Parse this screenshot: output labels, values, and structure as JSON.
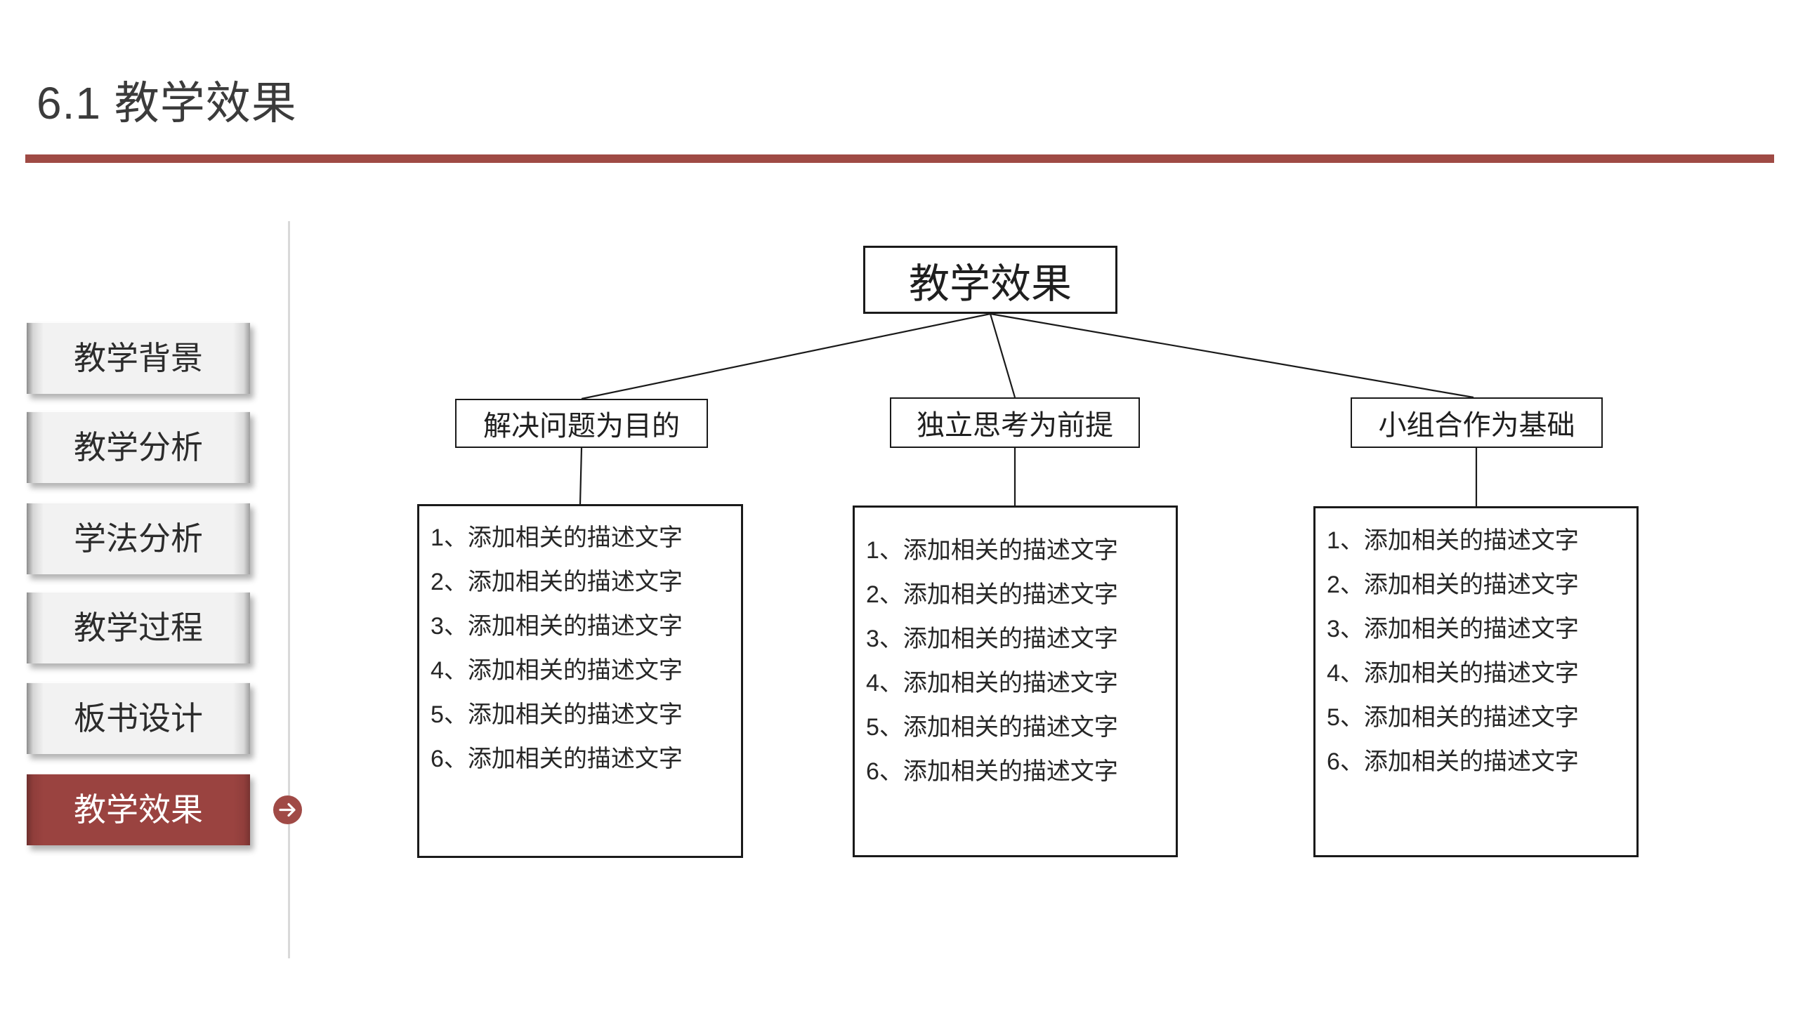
{
  "header": {
    "title": "6.1 教学效果"
  },
  "colors": {
    "accent_rule": "#9F4A44",
    "active_button": "#9A4340",
    "arrow_badge": "#A04A46",
    "divider": "#D9D9D9",
    "box_border": "#1A1A1A"
  },
  "sidebar": {
    "items": [
      {
        "label": "教学背景",
        "active": false
      },
      {
        "label": "教学分析",
        "active": false
      },
      {
        "label": "学法分析",
        "active": false
      },
      {
        "label": "教学过程",
        "active": false
      },
      {
        "label": "板书设计",
        "active": false
      },
      {
        "label": "教学效果",
        "active": true
      }
    ]
  },
  "diagram": {
    "root": "教学效果",
    "branches": [
      {
        "title": "解决问题为目的",
        "items": [
          "1、添加相关的描述文字",
          "2、添加相关的描述文字",
          "3、添加相关的描述文字",
          "4、添加相关的描述文字",
          "5、添加相关的描述文字",
          "6、添加相关的描述文字"
        ]
      },
      {
        "title": "独立思考为前提",
        "items": [
          "1、添加相关的描述文字",
          "2、添加相关的描述文字",
          "3、添加相关的描述文字",
          "4、添加相关的描述文字",
          "5、添加相关的描述文字",
          "6、添加相关的描述文字"
        ]
      },
      {
        "title": "小组合作为基础",
        "items": [
          "1、添加相关的描述文字",
          "2、添加相关的描述文字",
          "3、添加相关的描述文字",
          "4、添加相关的描述文字",
          "5、添加相关的描述文字",
          "6、添加相关的描述文字"
        ]
      }
    ]
  }
}
